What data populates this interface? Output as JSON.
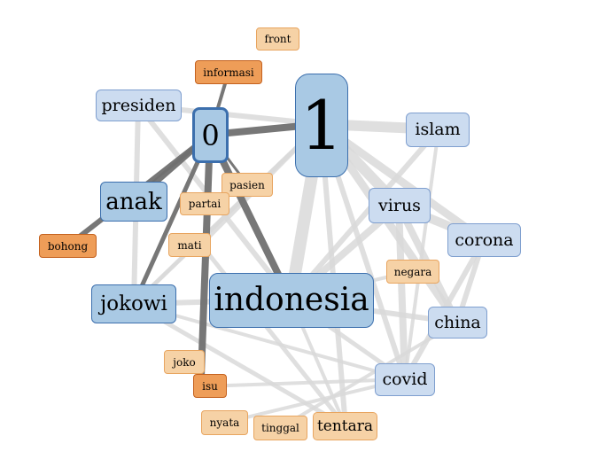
{
  "colors": {
    "node_blue_fill": "#a9c9e4",
    "node_blue_border": "#3c6fad",
    "node_lightblue_fill": "#ccdcf0",
    "node_lightblue_border": "#7f9fcf",
    "node_orange_fill": "#f6d2a6",
    "node_orange_border": "#e8a560",
    "node_darkorange_fill": "#ee9d58",
    "node_darkorange_border": "#c4611e",
    "edge_light": "#d9d9d9",
    "edge_dark": "#707070"
  },
  "nodes": {
    "n1": "1",
    "n0": "0",
    "indonesia": "indonesia",
    "anak": "anak",
    "jokowi": "jokowi",
    "presiden": "presiden",
    "islam": "islam",
    "virus": "virus",
    "corona": "corona",
    "china": "china",
    "covid": "covid",
    "tentara": "tentara",
    "front": "front",
    "informasi": "informasi",
    "pasien": "pasien",
    "partai": "partai",
    "mati": "mati",
    "bohong": "bohong",
    "negara": "negara",
    "joko": "joko",
    "isu": "isu",
    "nyata": "nyata",
    "tinggal": "tinggal"
  }
}
